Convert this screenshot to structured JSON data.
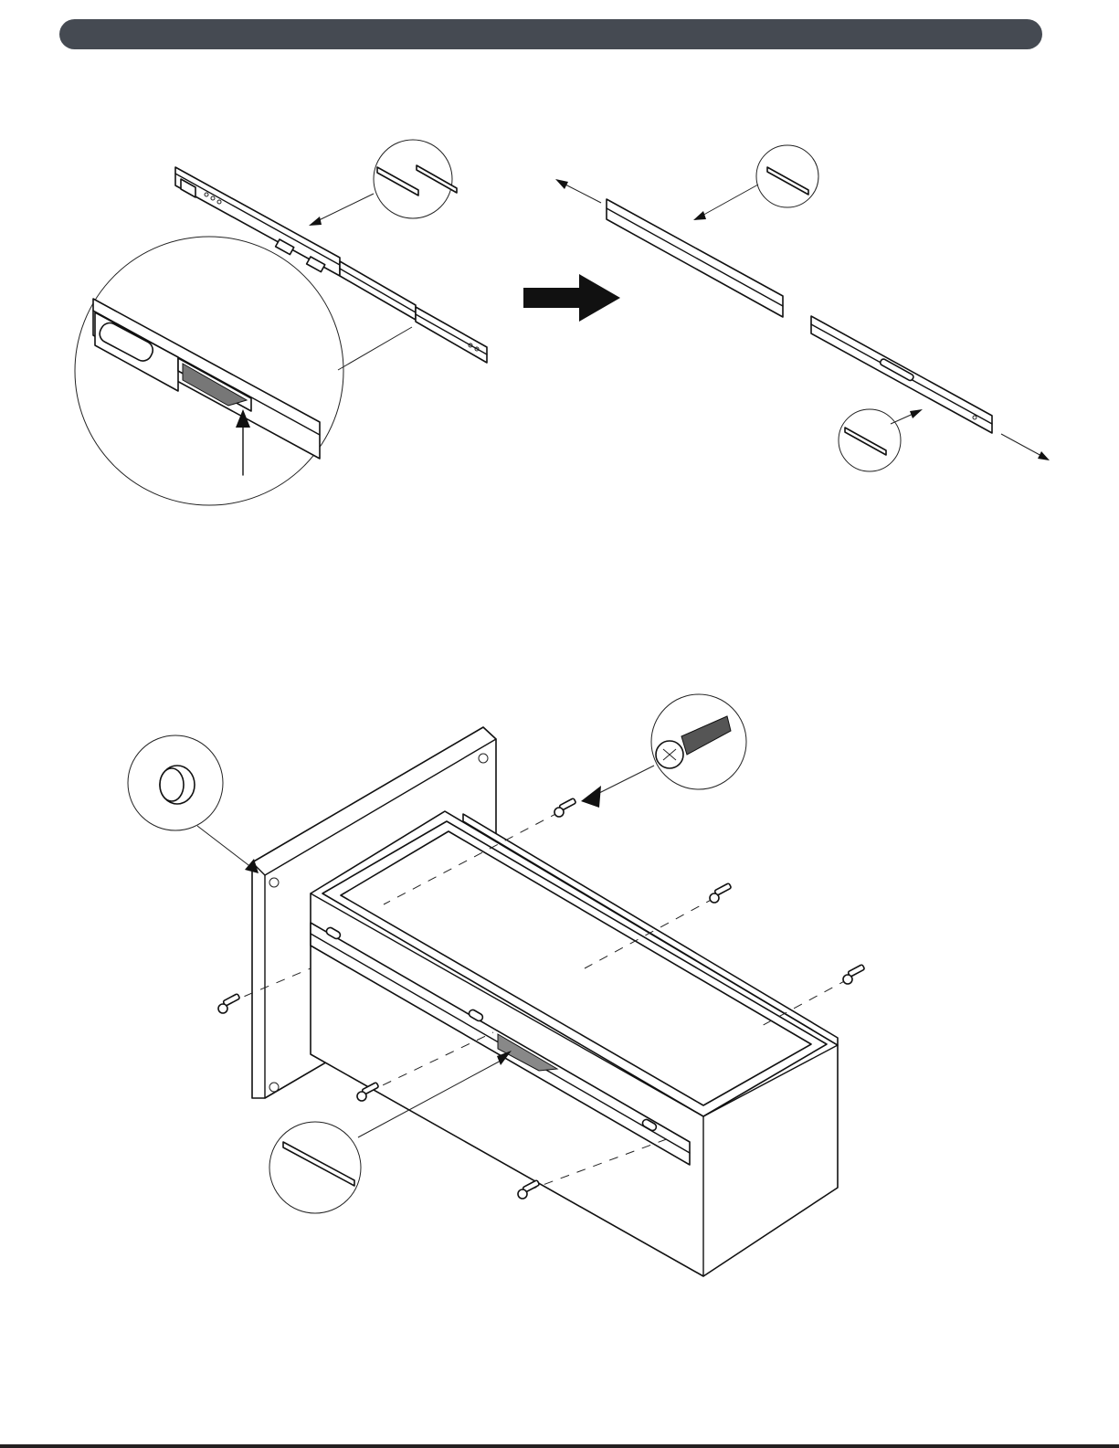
{
  "header": {
    "title": "",
    "color": "#454a52"
  },
  "colors": {
    "line": "#111111",
    "background": "#ffffff",
    "footer_rule": "#231f20"
  },
  "steps": [
    {
      "id": "step-a",
      "parts": [
        "drawer-slide-assembly",
        "inner-member",
        "cabinet-member",
        "release-lever"
      ],
      "icons": [
        "magnifier-circle",
        "release-arrow",
        "separate-arrow"
      ]
    },
    {
      "id": "step-b",
      "parts": [
        "cabinet-side-panel",
        "drawer-box",
        "drawer-slide",
        "screw",
        "bumper"
      ],
      "icons": [
        "screw-detail-circle",
        "bumper-detail-circle",
        "slide-detail-circle"
      ]
    }
  ]
}
